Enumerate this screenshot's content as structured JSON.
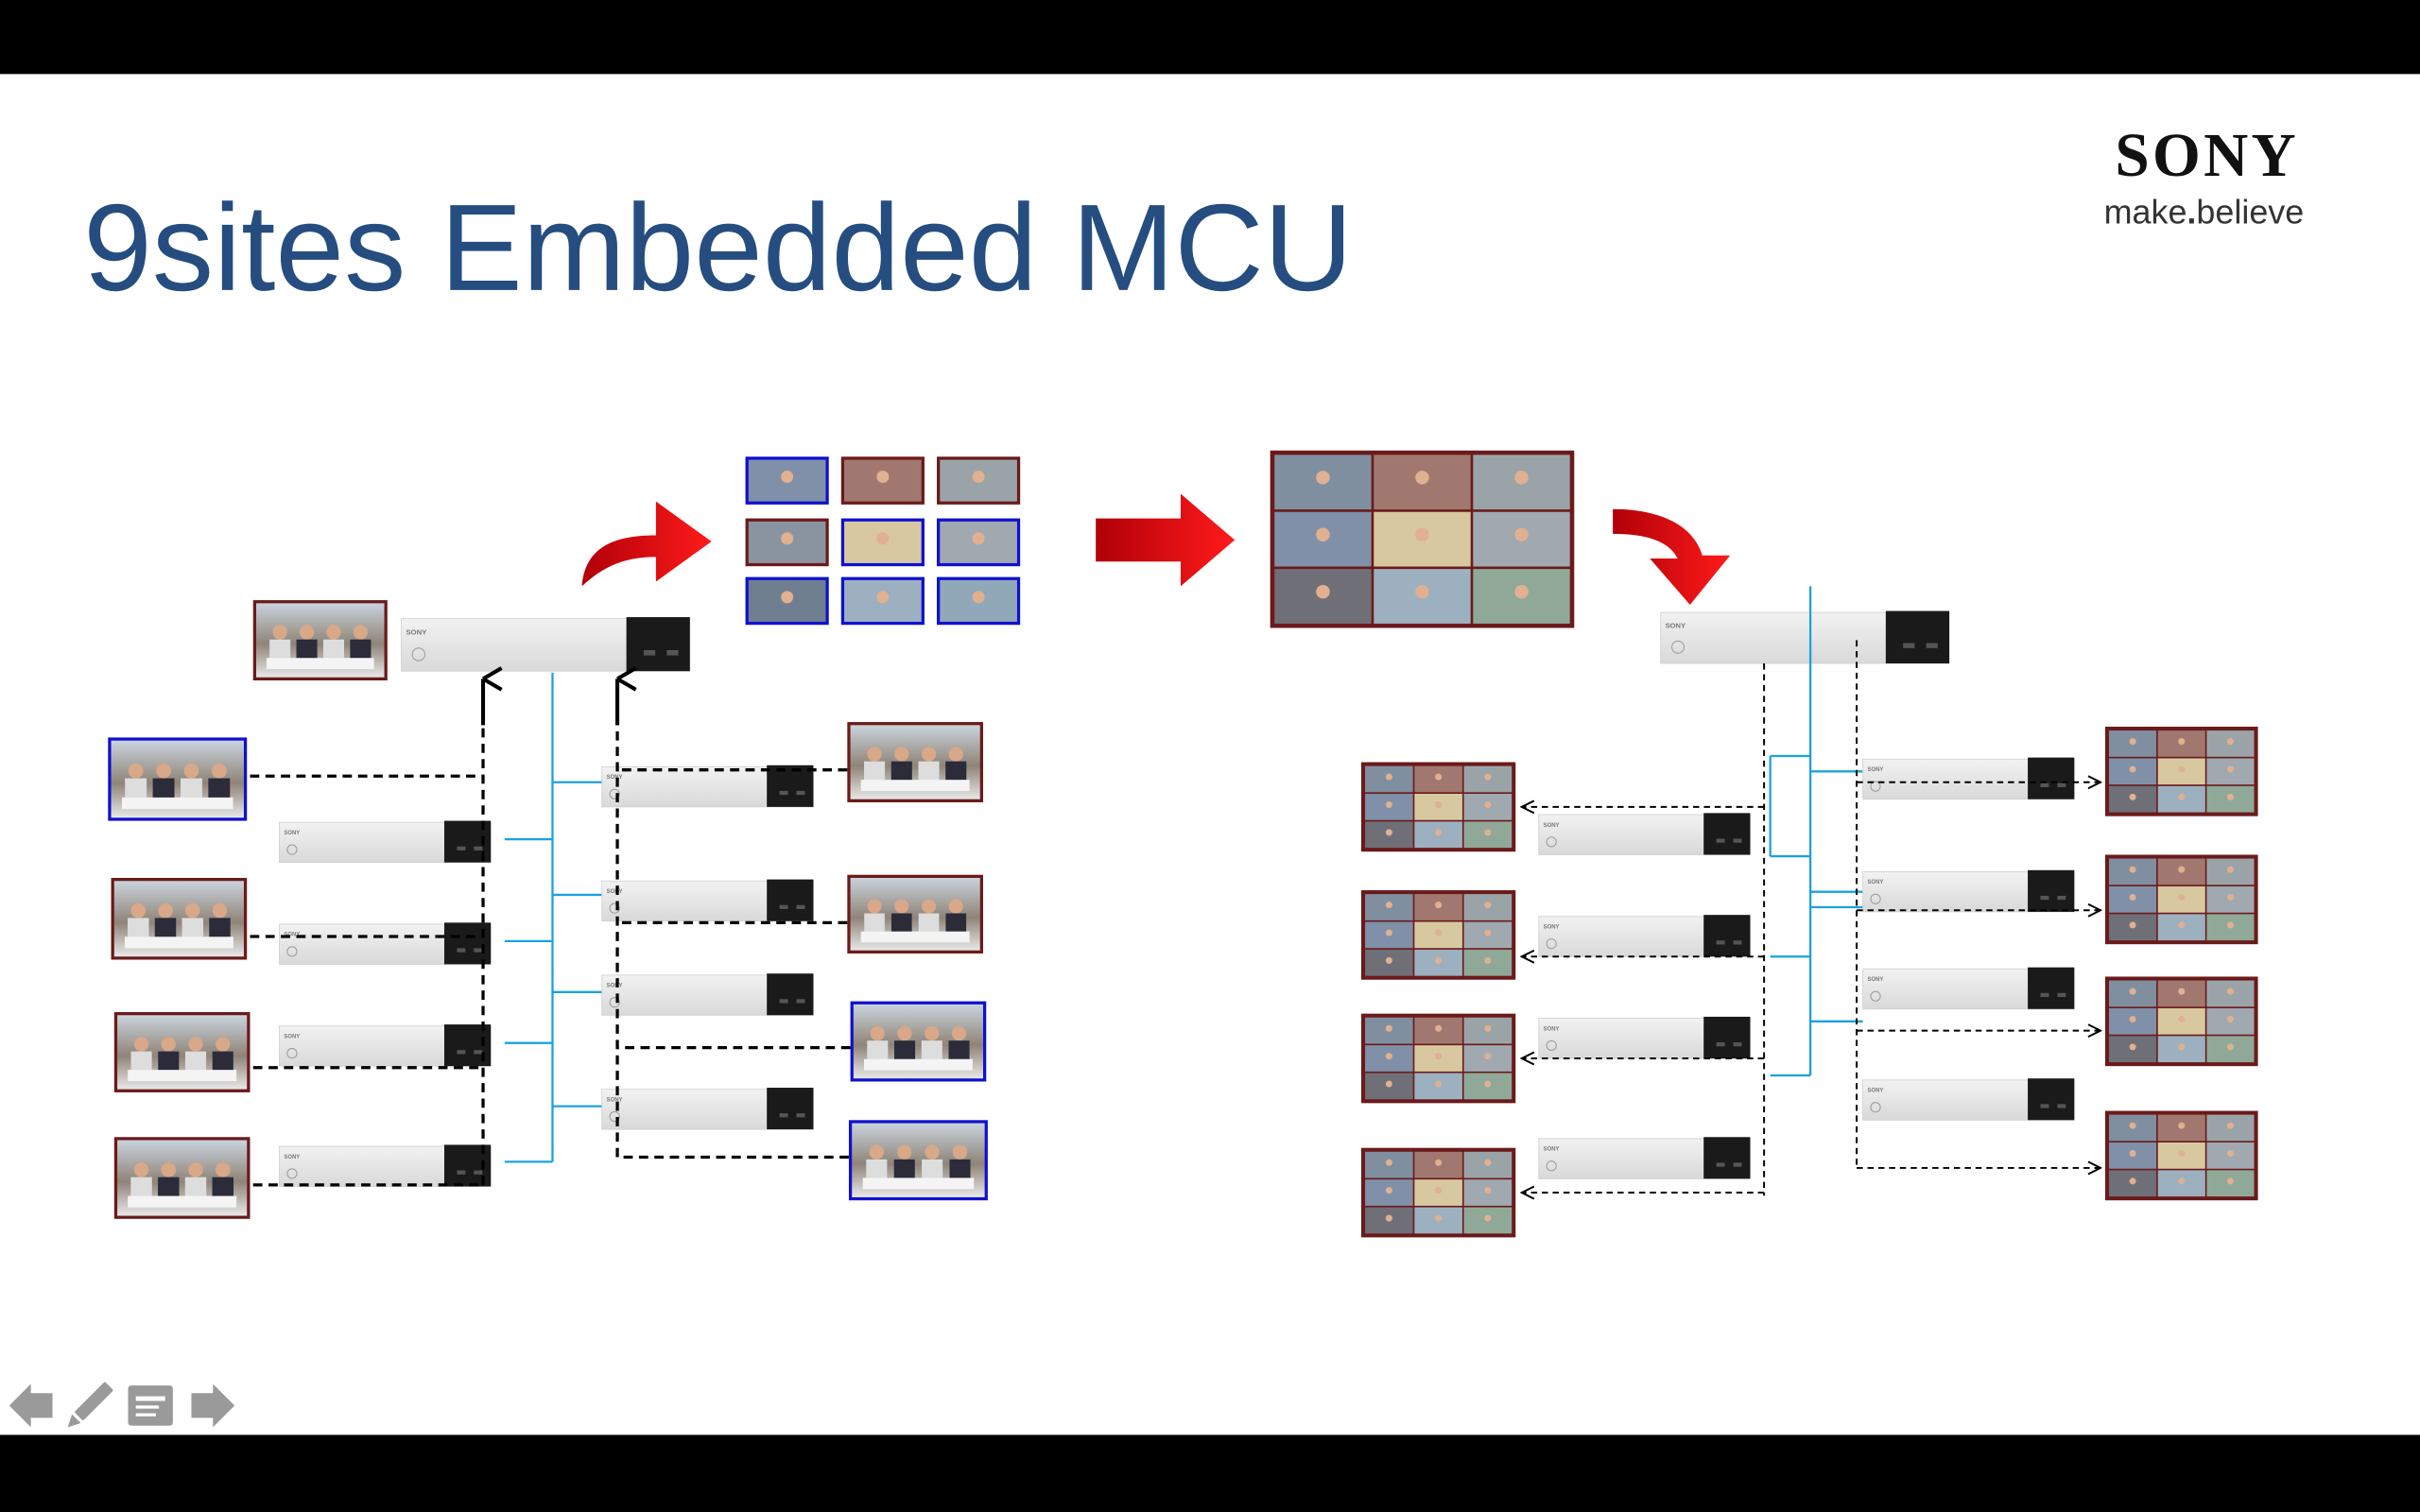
{
  "slide": {
    "title": "9sites Embedded MCU",
    "logo": {
      "brand": "SONY",
      "tagline_left": "make",
      "tagline_dot": ".",
      "tagline_right": "believe"
    },
    "title_color": "#264D80",
    "background": "#FFFFFF"
  },
  "device": {
    "brand_label": "SONY"
  },
  "diagram": {
    "colors": {
      "network_line": "#1BA1E2",
      "arrow_red": "#E8000B",
      "border_blue": "#1010D0",
      "border_maroon": "#6B1A1A",
      "dashed": "#000000"
    }
  },
  "slideshow_controls": {
    "icons": [
      "arrow-left-icon",
      "pen-icon",
      "notes-icon",
      "arrow-right-icon"
    ]
  }
}
